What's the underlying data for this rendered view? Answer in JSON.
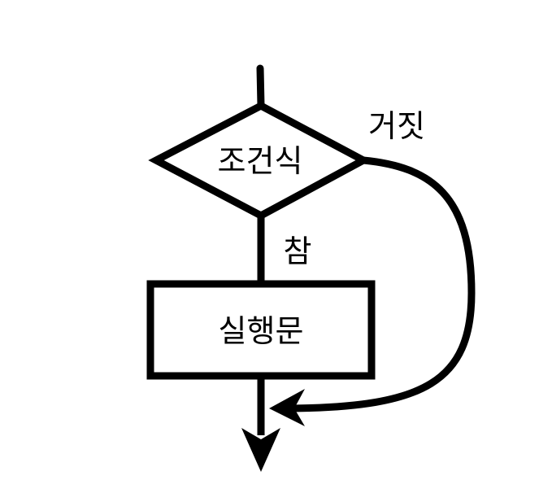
{
  "diagram": {
    "condition_label": "조건식",
    "false_label": "거짓",
    "true_label": "참",
    "statement_label": "실행문"
  },
  "colors": {
    "stroke": "#000000",
    "background": "#ffffff"
  }
}
